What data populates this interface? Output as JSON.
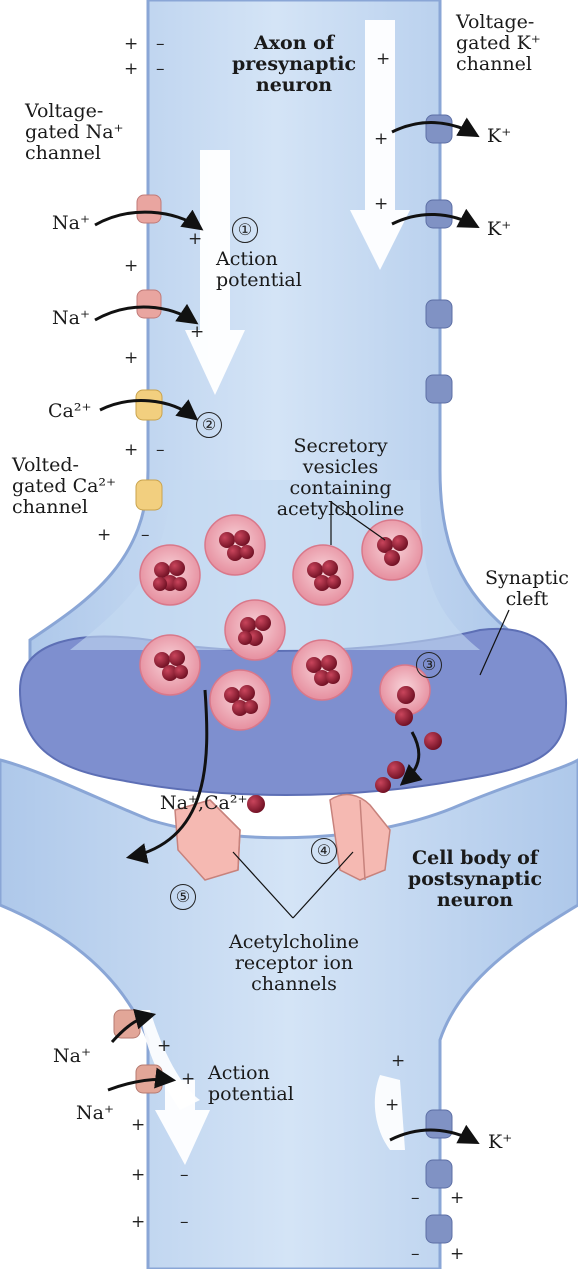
{
  "labels": {
    "axon_title": "Axon of\npresynaptic\nneuron",
    "k_channel": "Voltage-\ngated K⁺\nchannel",
    "na_channel": "Voltage-\ngated Na⁺\nchannel",
    "ca_channel": "Volted-\ngated Ca²⁺\nchannel",
    "action_potential_top": "Action\npotential",
    "action_potential_bottom": "Action\npotential",
    "vesicles": "Secretory\nvesicles containing\nacetylcholine",
    "synaptic_cleft": "Synaptic\ncleft",
    "cell_body": "Cell body of\npostsynaptic\nneuron",
    "receptor": "Acetylcholine\nreceptor ion\nchannels",
    "na_ca": "Na⁺,Ca²⁺"
  },
  "ions": {
    "na": "Na⁺",
    "k": "K⁺",
    "ca": "Ca²⁺"
  },
  "steps": [
    "①",
    "②",
    "③",
    "④",
    "⑤"
  ],
  "charges": {
    "plus": "+",
    "minus": "–"
  },
  "colors": {
    "membrane": "#8aa6d6",
    "axon_fill": "#c9dcf2",
    "cleft": "#7d8fcf",
    "vesicle": "#f1aeb8",
    "acetylcholine": "#9b1f36",
    "receptor": "#f5b9b2",
    "na_channel": "#e9a5a0",
    "ca_channel": "#f2cf7f",
    "k_channel": "#8092c4"
  }
}
